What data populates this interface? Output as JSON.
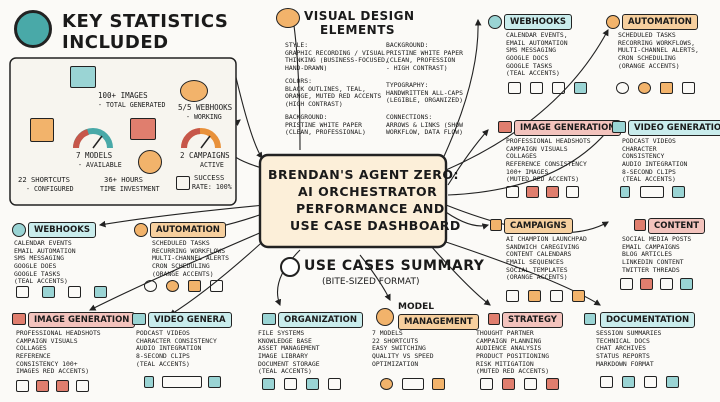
{
  "colors": {
    "teal": "#49a9a8",
    "orange": "#e8913a",
    "red": "#c7574a",
    "ink": "#1a1a1a",
    "paper": "#fbfaf7"
  },
  "key_stats": {
    "title_line1": "KEY STATISTICS",
    "title_line2": "INCLUDED",
    "icon": "gear-icon",
    "images": {
      "value": "100+ IMAGES",
      "sub": "- TOTAL GENERATED"
    },
    "webhooks": {
      "value": "5/5 WEBHOOKS",
      "sub": "- WORKING"
    },
    "models": {
      "value": "7 MODELS",
      "sub": "- AVAILABLE"
    },
    "campaigns": {
      "value": "2 CAMPAIGNS",
      "sub": "ACTIVE"
    },
    "shortcuts": {
      "value": "22 SHORTCUTS",
      "sub": "- CONFIGURED"
    },
    "hours": {
      "value": "36+ HOURS",
      "sub": "TIME INVESTMENT"
    },
    "success": {
      "value": "SUCCESS",
      "sub": "RATE: 100%"
    }
  },
  "visual_design": {
    "title_line1": "VISUAL DESIGN",
    "title_line2": "ELEMENTS",
    "style": "STYLE:\nGRAPHIC RECORDING / VISUAL\nTHINKING (BUSINESS-FOCUSED,\nHAND-DRAWN)",
    "colors": "COLORS:\nBLACK OUTLINES, TEAL,\nORANGE, MUTED RED ACCENTS\n(HIGH CONTRAST)",
    "background_left": "BACKGROUND:\nPRISTINE WHITE PAPER\n(CLEAN, PROFESSIONAL)",
    "background_right": "BACKGROUND:\nPRISTINE WHITE PAPER\n(CLEAN, PROFESSION\n- HIGH CONTRAST)",
    "typography": "TYPOGRAPHY:\nHANDWRITTEN ALL-CAPS\n(LEGIBLE, ORGANIZED)",
    "connections": "CONNECTIONS:\nARROWS & LINKS (SHOW\nWORKFLOW, DATA FLOW)"
  },
  "center": {
    "line1": "BRENDAN'S AGENT ZERO:",
    "line2": "AI ORCHESTRATOR",
    "line3": "PERFORMANCE AND",
    "line4": "USE CASE DASHBOARD"
  },
  "use_cases": {
    "title": "USE CASES SUMMARY",
    "subtitle": "(BITE-SIZED FORMAT)"
  },
  "top_right": {
    "webhooks": {
      "title": "WEBHOOKS",
      "body": "CALENDAR EVENTS,\nEMAIL AUTOMATION\nSMS MESSAGING\nGOOGLE DOCS\nGOOGLE TASKS\n(TEAL ACCENTS)"
    },
    "automation": {
      "title": "AUTOMATION",
      "body": "SCHEDULED TASKS\nRECORRING WORKFLOWS,\nMULTI-CHANNEL ALERTS,\nCRON SCHEDULING\n(ORANGE ACCENTS)"
    }
  },
  "right_mid": {
    "image_generation": {
      "title": "IMAGE GENERATION",
      "body": "PROFESSIONAL HEADSHOTS\nCAMPAIGN VISUALS\nCOLLAGES\nREFERENCE CONSISTENCY\n100+ IMAGES\n(MUTED RED ACCENTS)"
    },
    "video_generation": {
      "title": "VIDEO GENERATION",
      "body": "PODCAST VIDEOS\nCHARACTER\nCONSISTENCY\nAUDIO INTEGRATION\n8-SECOND CLIPS\n(TEAL ACCENTS)"
    },
    "campaigns": {
      "title": "CAMPAIGNS",
      "body": "AI CHAMPION LAUNCHPAD\nSANDWICH CAREGIVING\nCONTENT CALENDARS\nEMAIL SEQUENCES\nSOCIAL TEMPLATES\n(ORANGE ACCENTS)"
    },
    "content": {
      "title": "CONTENT",
      "body": "SOCIAL MEDIA POSTS\nEMAIL CAMPAIGNS\nBLOG ARTICLES\nLINKEDIN CONTENT\nTWITTER THREADS"
    }
  },
  "left": {
    "webhooks": {
      "title": "WEBHOOKS",
      "body": "CALENDAR EVENTS\nEMAIL AUTOMATION\nSMS MESSAGING\nGOOGLE DOES\nGOOGLE TASKS\n(TEAL ACCENTS)"
    },
    "automation": {
      "title": "AUTOMATION",
      "body": "SCHEDULED TASKS\nRECURRING WORKFLOWS\nMULTI-CHANNEL ALERTS\nCRON SCHEDULING\n(ORANGE ACCENTS)"
    }
  },
  "bottom": {
    "image_generation": {
      "title": "IMAGE GENERATION",
      "body": "PROFESSIONAL HEADSHOTS\nCAMPAIGN VISUALS\nCOLLAGES\nREFERENCE\nCONSISTENCY 100+\nIMAGES RED ACCENTS)"
    },
    "video_genera": {
      "title": "VIDEO GENERA",
      "body": "PODCAST VIDEOS\nCHARACTER CONSISTENCY\nAUDIO INTEGRATION\n8-SECOND CLIPS\n(TEAL ACCENTS)"
    },
    "organization": {
      "title": "ORGANIZATION",
      "body": "FILE SYSTEMS\nKNOWLEDGE BASE\nASSET MANAGEMENT\nIMAGE LIBRARY\nDOCUMENT STORAGE\n(TEAL ACCENTS)"
    },
    "model_management": {
      "title_line1": "MODEL",
      "title_line2": "MANAGEMENT",
      "body": "7 MODELS\n22 SHORTCUTS\nEASY SWITCHING\nQUALITY VS SPEED\nOPTIMIZATION"
    },
    "strategy": {
      "title": "STRATEGY",
      "body": "THOUGHT PARTNER\nCAMPAIGN PLANNING\nAUDIENCE ANALYSIS\nPRODUCT POSITIONING\nRISK MITIGATION\n(MUTED RED ACCENTS)"
    },
    "documentation": {
      "title": "DOCUMENTATION",
      "body": "SESSION SUMMARIES\nTECHNICAL DOCS\nCHAT ARCHIVES\nSTATUS REPORTS\nMARKDOWN FORMAT"
    }
  }
}
